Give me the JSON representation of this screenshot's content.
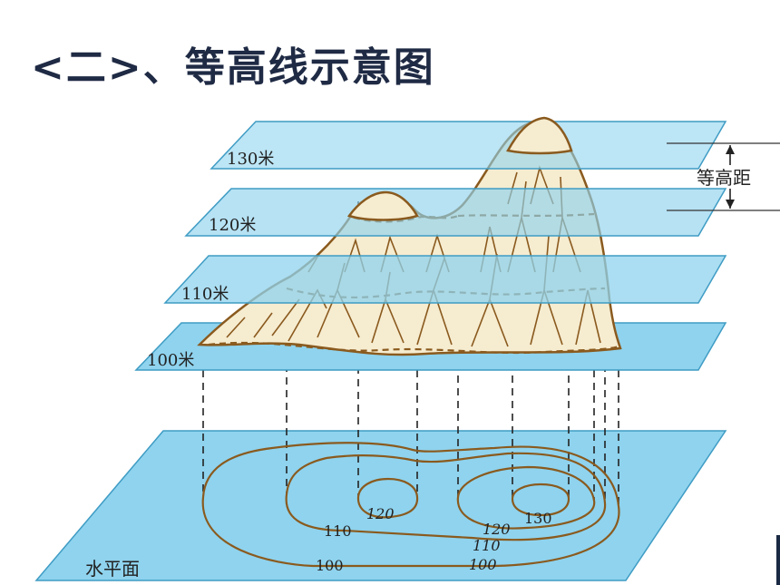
{
  "title": "<二>、等高线示意图",
  "levels": {
    "l130": "130米",
    "l120": "120米",
    "l110": "110米",
    "l100": "100米"
  },
  "interval_label": "等高距",
  "base_plane_label": "水平面",
  "contour_labels": {
    "peak_left_120": "120",
    "peak_right_130": "130",
    "right_120": "120",
    "right_110": "110",
    "right_100": "100",
    "left_110": "110",
    "left_100": "100"
  },
  "colors": {
    "plane": "#8fd3ee",
    "terrain_outline": "#8a5a1e",
    "terrain_fill": "#f6ecd0",
    "title": "#1f2a44"
  }
}
